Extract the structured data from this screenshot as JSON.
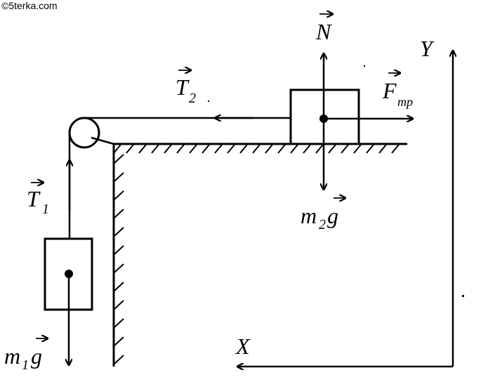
{
  "watermark": "©5terka.com",
  "labels": {
    "normal": {
      "base": "N",
      "sub": ""
    },
    "tension_top": {
      "base": "T",
      "sub": "2"
    },
    "friction": {
      "base": "F",
      "sub": "тр"
    },
    "tension_left": {
      "base": "T",
      "sub": "1"
    },
    "weight_top": {
      "base": "m",
      "sub": "2",
      "tail": "g"
    },
    "weight_hanging": {
      "base": "m",
      "sub": "1",
      "tail": "g"
    },
    "axis_y": "Y",
    "axis_x": "X"
  }
}
